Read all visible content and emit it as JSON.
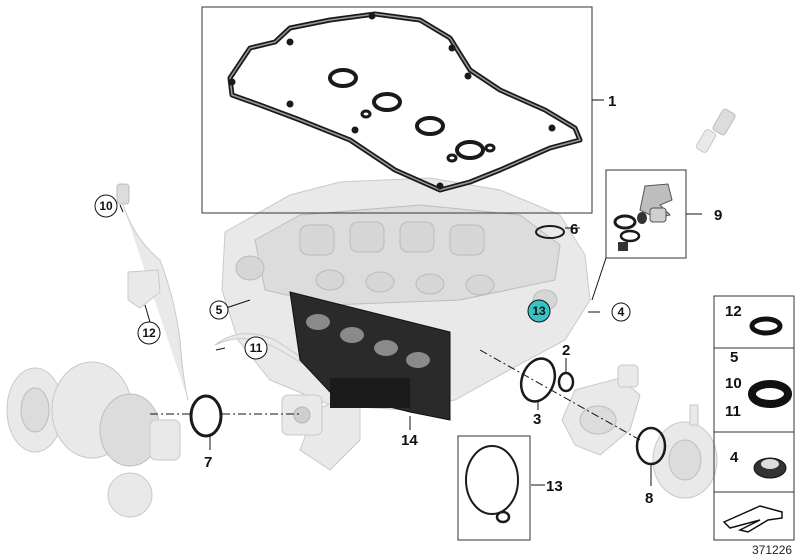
{
  "diagram": {
    "catalog_number": "371226",
    "callouts": {
      "c1": "1",
      "c2": "2",
      "c3": "3",
      "c4": "4",
      "c5": "5",
      "c6": "6",
      "c7": "7",
      "c8": "8",
      "c9": "9",
      "c10": "10",
      "c11": "11",
      "c12": "12",
      "c13": "13",
      "c14": "14",
      "c13_box": "13"
    },
    "legend": {
      "row1": [
        "12"
      ],
      "row2": [
        "5",
        "10",
        "11"
      ],
      "row3": [
        "4"
      ]
    },
    "colors": {
      "highlight": "#36c3c6",
      "part_dark": "#2a2a2a",
      "ghost": "#e9e9e9"
    }
  }
}
